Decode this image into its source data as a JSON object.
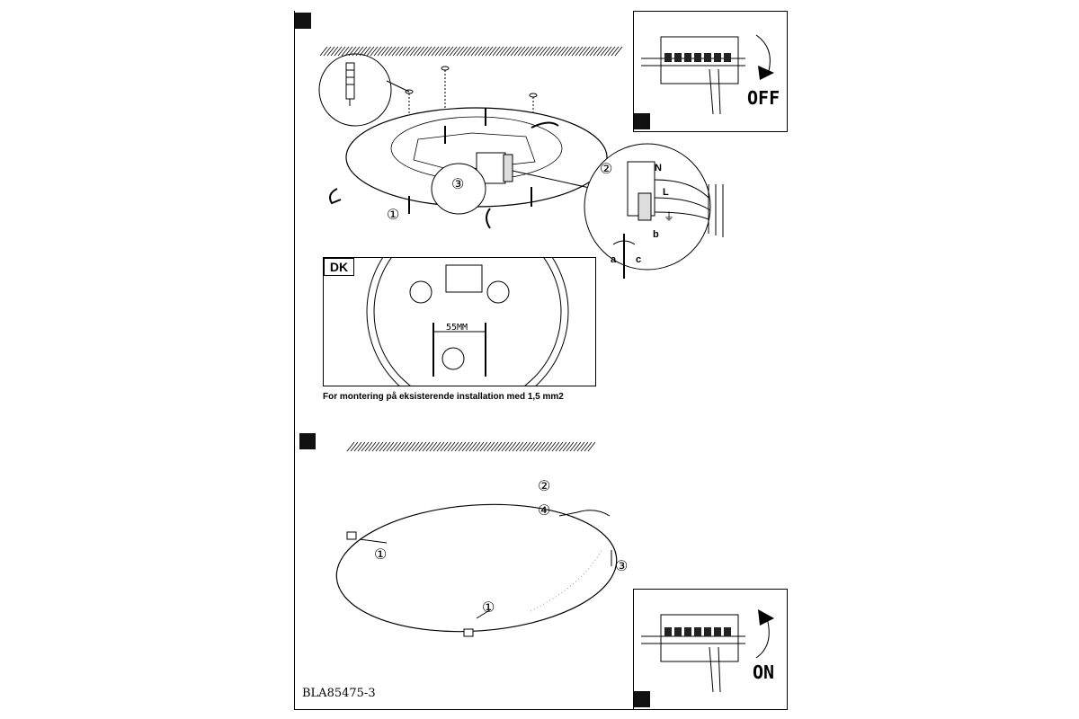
{
  "doc_code": "BLA85475-3",
  "top_panel": {
    "callouts": {
      "one": "①",
      "two": "②",
      "three": "③"
    },
    "wire_labels": {
      "n": "N",
      "l": "L",
      "a": "a",
      "b": "b",
      "c": "c"
    }
  },
  "dk_inset": {
    "tag": "DK",
    "dimension": "55MM",
    "caption": "For montering på  eksisterende installation med 1,5 mm2"
  },
  "breaker_off": {
    "label": "OFF"
  },
  "breaker_on": {
    "label": "ON"
  },
  "bottom_panel": {
    "callouts": {
      "one_a": "①",
      "one_b": "①",
      "two": "②",
      "three": "③",
      "four": "④"
    }
  }
}
